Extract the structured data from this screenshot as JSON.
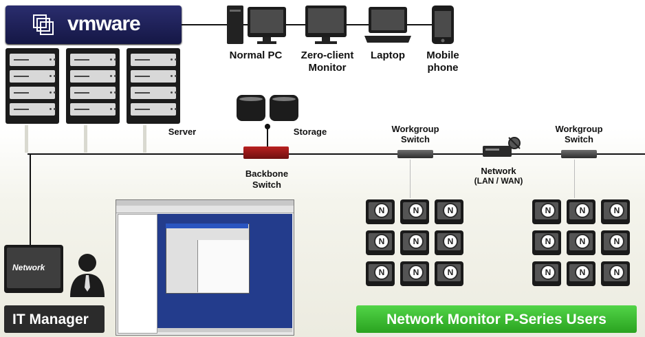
{
  "brand": {
    "name": "vmware",
    "color": "#1e2159"
  },
  "labels": {
    "normal_pc": "Normal PC",
    "zero_client_line1": "Zero-client",
    "zero_client_line2": "Monitor",
    "laptop": "Laptop",
    "mobile_line1": "Mobile",
    "mobile_line2": "phone",
    "server": "Server",
    "storage": "Storage",
    "backbone_line1": "Backbone",
    "backbone_line2": "Switch",
    "wg1_line1": "Workgroup",
    "wg1_line2": "Switch",
    "wg2_line1": "Workgroup",
    "wg2_line2": "Switch",
    "network_line1": "Network",
    "network_line2": "(LAN / WAN)",
    "it_monitor_brand": "Network"
  },
  "banners": {
    "it_manager": "IT Manager",
    "users": "Network Monitor P-Series Users"
  },
  "icons": {
    "client": "n-logo-monitor-icon",
    "person": "user-silhouette-icon"
  },
  "colors": {
    "backbone": "#a51b1b",
    "users_banner": "#3cbf2f",
    "it_banner": "#2b2b2b"
  }
}
